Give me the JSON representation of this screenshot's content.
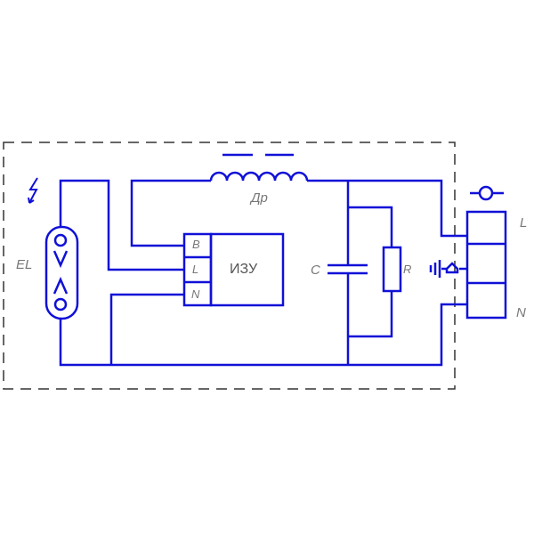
{
  "diagram": {
    "type": "electrical-schematic",
    "wire_color": "#1010d8",
    "border_color": "#333333",
    "labels": {
      "lamp": "EL",
      "choke": "Др",
      "igniter": "ИЗУ",
      "igniter_pins": [
        "B",
        "L",
        "N"
      ],
      "capacitor": "C",
      "resistor": "R",
      "terminal_L": "L",
      "terminal_N": "N"
    }
  }
}
